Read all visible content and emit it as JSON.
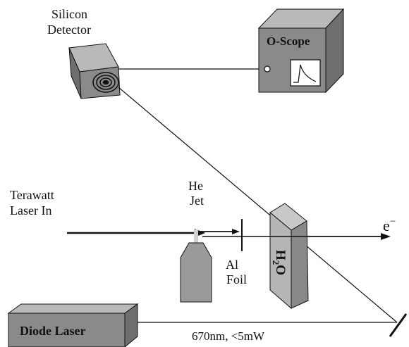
{
  "labels": {
    "silicon_detector_line1": "Silicon",
    "silicon_detector_line2": "Detector",
    "oscope": "O-Scope",
    "terawatt_line1": "Terawatt",
    "terawatt_line2": "Laser In",
    "he_jet_line1": "He",
    "he_jet_line2": "Jet",
    "al_foil_line1": "Al",
    "al_foil_line2": "Foil",
    "water_base": "H",
    "water_sub": "2",
    "water_tail": "O",
    "electron": "e",
    "electron_sup": "−",
    "diode_laser": "Diode Laser",
    "diode_spec": "670nm, <5mW"
  },
  "colors": {
    "box_front": "#8a8a8a",
    "box_top": "#b9b9b9",
    "box_side": "#6e6e6e",
    "water_front": "#b5b5b5",
    "water_side": "#888888",
    "screen": "#ffffff",
    "line": "#111111"
  }
}
